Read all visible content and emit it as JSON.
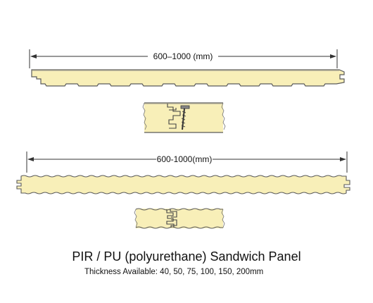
{
  "diagram": {
    "dimension_top": "600–1000 (mm)",
    "dimension_bottom": "600-1000(mm)",
    "title": "PIR / PU (polyurethane) Sandwich Panel",
    "subtitle": "Thickness Available: 40, 50, 75, 100, 150, 200mm"
  },
  "colors": {
    "panel_fill": "#f8efb8",
    "outline": "#5a5a5a",
    "line": "#222222",
    "text": "#111111"
  }
}
